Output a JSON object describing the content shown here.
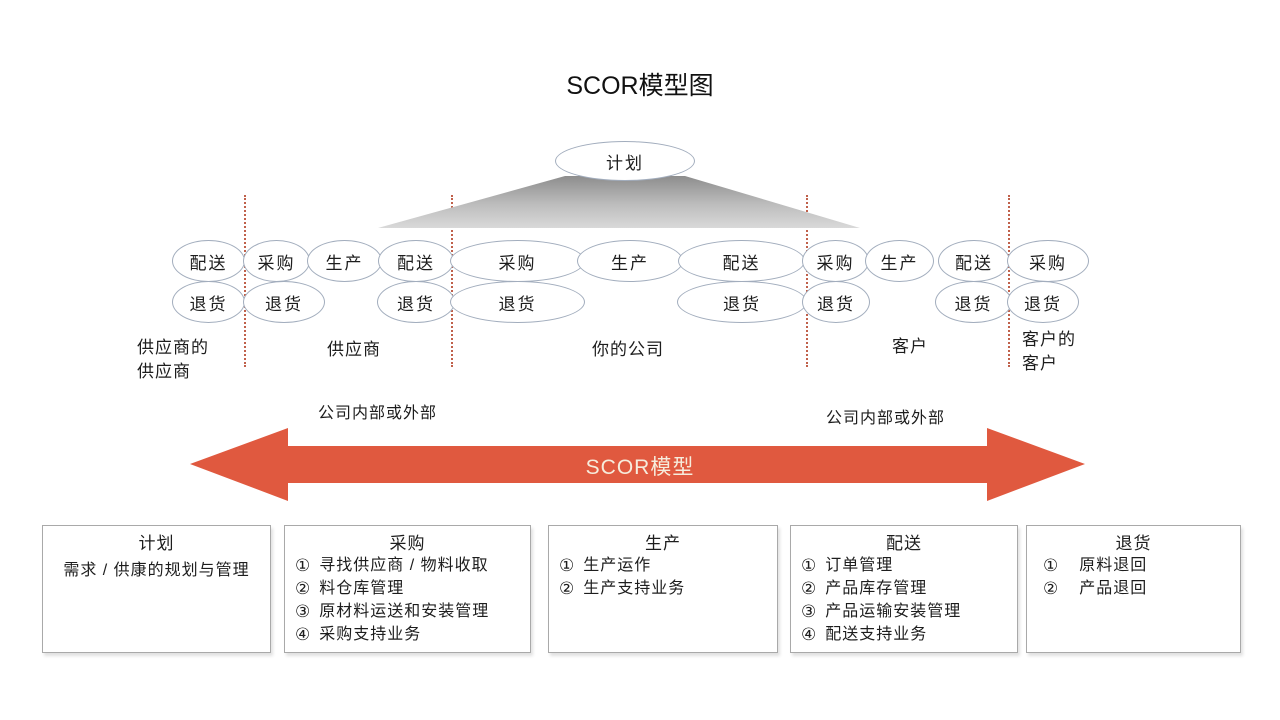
{
  "title": "SCOR模型图",
  "plan_label": "计划",
  "arrow": {
    "label": "SCOR模型",
    "color": "#e0593f",
    "text_color": "#f6ecdc"
  },
  "colors": {
    "ellipse_border": "#a2adbd",
    "dotted_line": "#c0614b",
    "box_border": "#a9a9a9",
    "fan_gray_top": "#8d8d8d",
    "fan_gray_bottom": "#d9d9d9"
  },
  "chain": {
    "top": [
      "配送",
      "采购",
      "生产",
      "配送",
      "采购",
      "生产",
      "配送",
      "采购",
      "生产",
      "配送",
      "采购"
    ],
    "bottom": [
      "退货",
      "退货",
      "退货",
      "退货",
      "退货",
      "退货",
      "退货",
      "退货"
    ]
  },
  "sections": [
    "供应商的供应商",
    "供应商",
    "你的公司",
    "客户",
    "客户的客户"
  ],
  "scope_labels": [
    "公司内部或外部",
    "公司内部或外部"
  ],
  "boxes": [
    {
      "title": "计划",
      "subtitle": "需求 / 供康的规划与管理",
      "items": []
    },
    {
      "title": "采购",
      "items": [
        {
          "n": "①",
          "t": "寻找供应商 / 物料收取"
        },
        {
          "n": "②",
          "t": "料仓库管理"
        },
        {
          "n": "③",
          "t": "原材料运送和安装管理"
        },
        {
          "n": "④",
          "t": "采购支持业务"
        }
      ]
    },
    {
      "title": "生产",
      "items": [
        {
          "n": "①",
          "t": "生产运作"
        },
        {
          "n": "②",
          "t": "生产支持业务"
        }
      ]
    },
    {
      "title": "配送",
      "items": [
        {
          "n": "①",
          "t": "订单管理"
        },
        {
          "n": "②",
          "t": "产品库存管理"
        },
        {
          "n": "③",
          "t": "产品运输安装管理"
        },
        {
          "n": "④",
          "t": "配送支持业务"
        }
      ]
    },
    {
      "title": "退货",
      "items": [
        {
          "n": "①",
          "t": "原料退回"
        },
        {
          "n": "②",
          "t": "产品退回"
        }
      ]
    }
  ]
}
